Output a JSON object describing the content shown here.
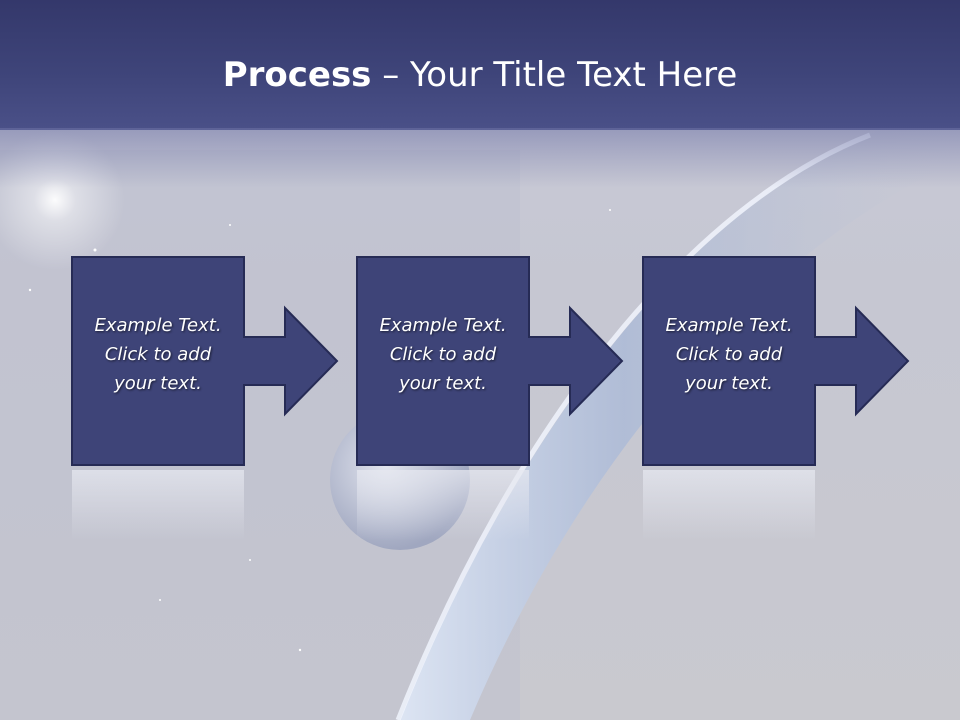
{
  "slide": {
    "title_bold": "Process",
    "title_rest": " – Your Title Text Here"
  },
  "steps": [
    {
      "line1": "Example Text.",
      "line2": "Click  to add",
      "line3": "your text."
    },
    {
      "line1": "Example Text.",
      "line2": "Click  to add",
      "line3": "your text."
    },
    {
      "line1": "Example Text.",
      "line2": "Click  to add",
      "line3": "your text."
    }
  ],
  "colors": {
    "title_bar": "#3e4479",
    "box_fill": "#3e4478",
    "box_border": "#2a2f5c",
    "text": "#ffffff"
  }
}
